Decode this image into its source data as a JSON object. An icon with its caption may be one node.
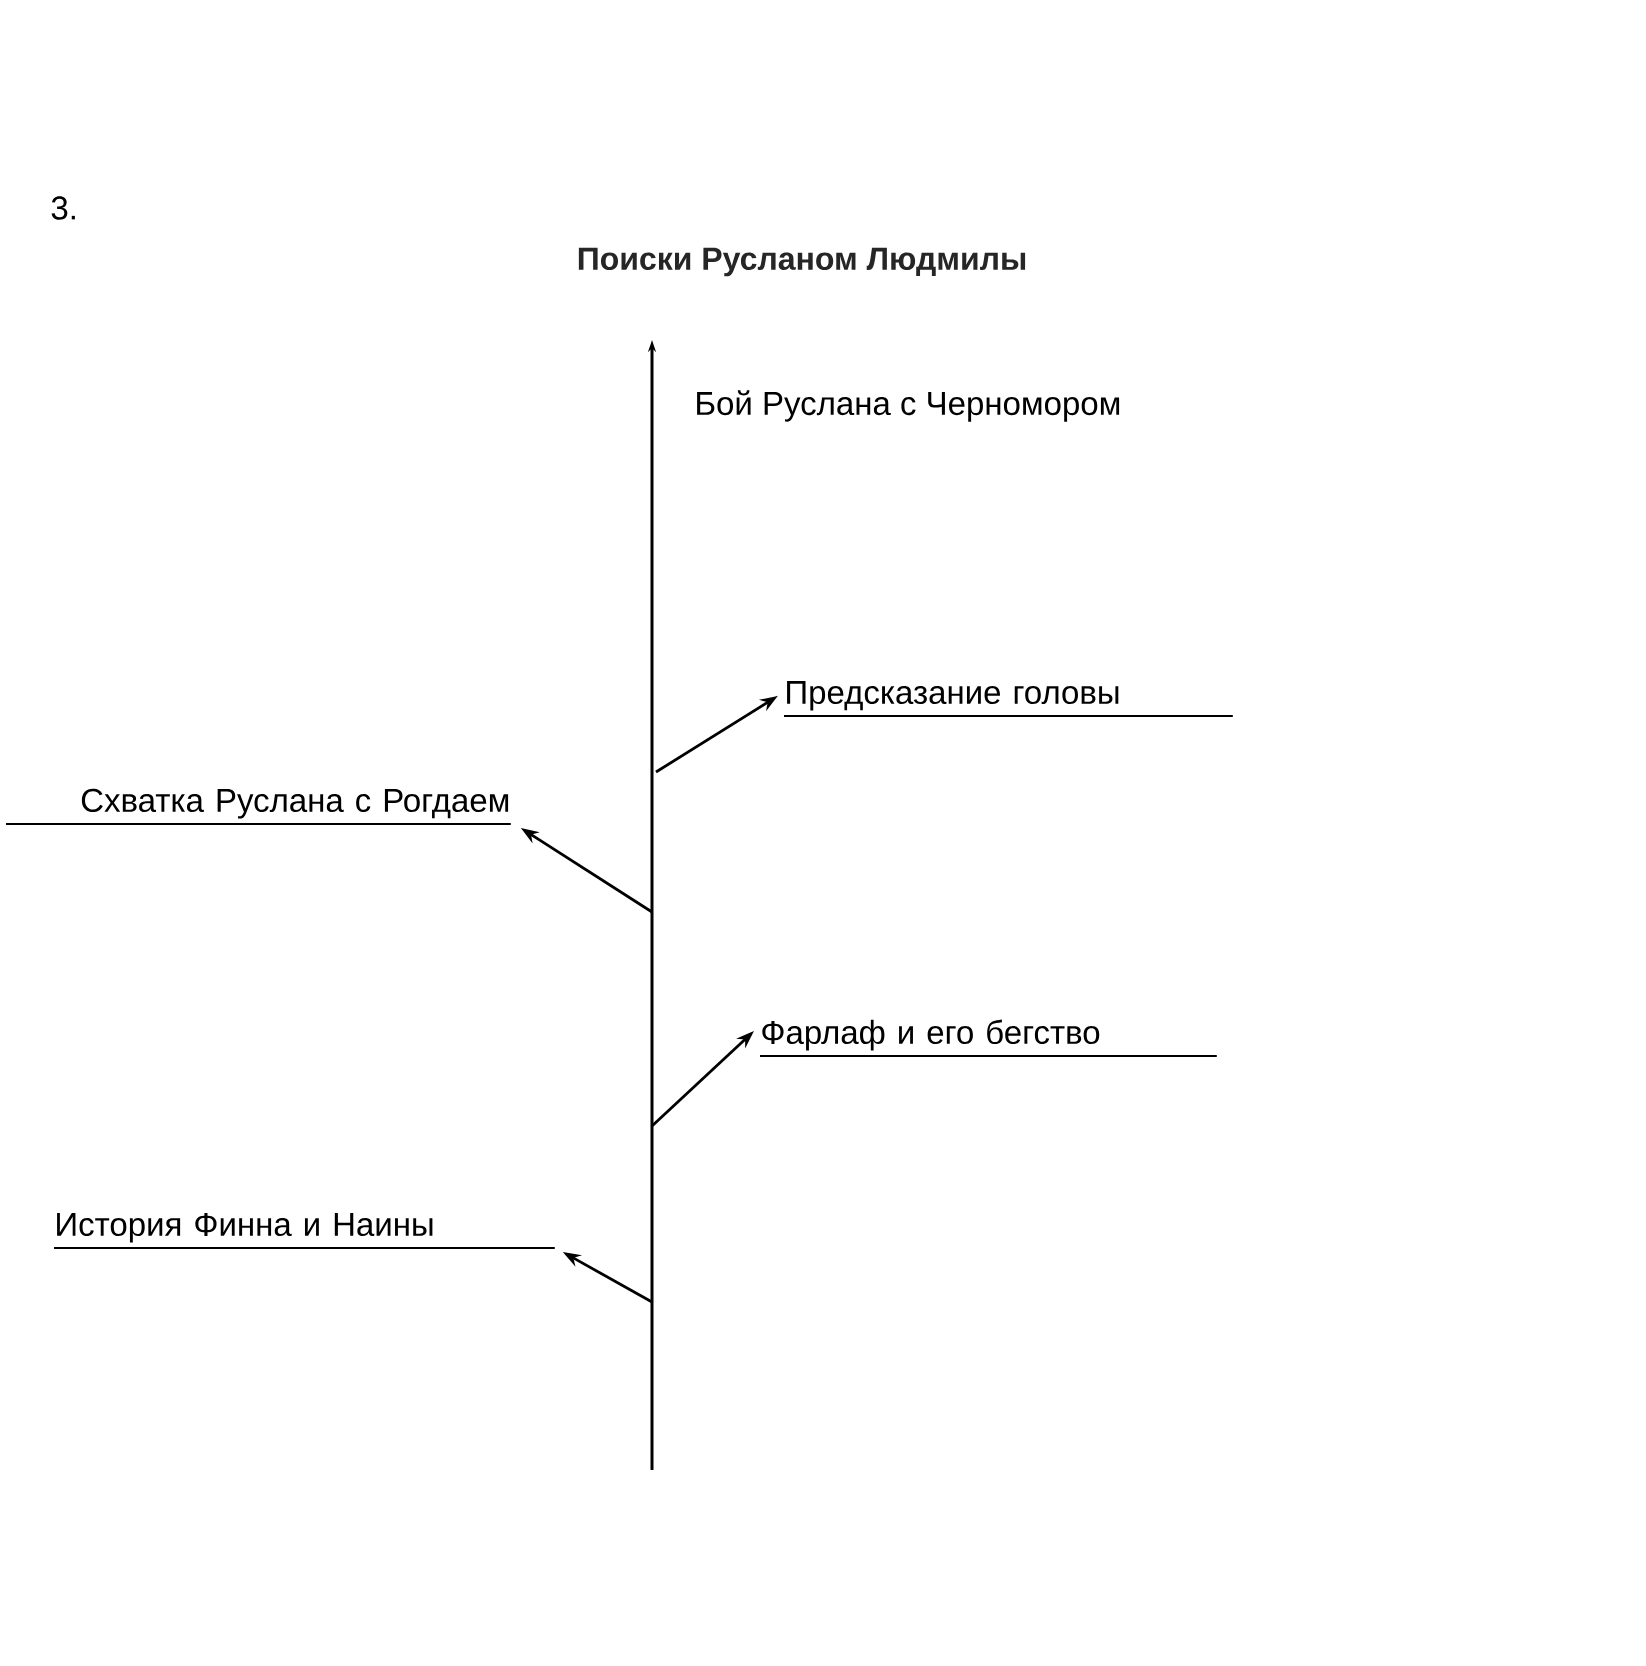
{
  "diagram": {
    "title": "Поиски Русланом Людмилы",
    "nodes": [
      {
        "text": [
          "Предсказание головы"
        ]
      },
      {
        "text": [
          "Схватка Руслана с Рогдаем"
        ]
      },
      {
        "text": [
          "Фарлаф и его бегство"
        ]
      },
      {
        "text": [
          "История Финна и Наины"
        ]
      }
    ],
    "edges": [
      {
        "from": null,
        "to": 0,
        "arrow": "to"
      },
      {
        "from": null,
        "to": 1,
        "arrow": "to"
      },
      {
        "from": null,
        "to": 2,
        "arrow": "to"
      },
      {
        "from": null,
        "to": 3,
        "arrow": "to"
      }
    ],
    "labels": [
      "3.",
      "Бой Руслана с Черномором"
    ]
  }
}
